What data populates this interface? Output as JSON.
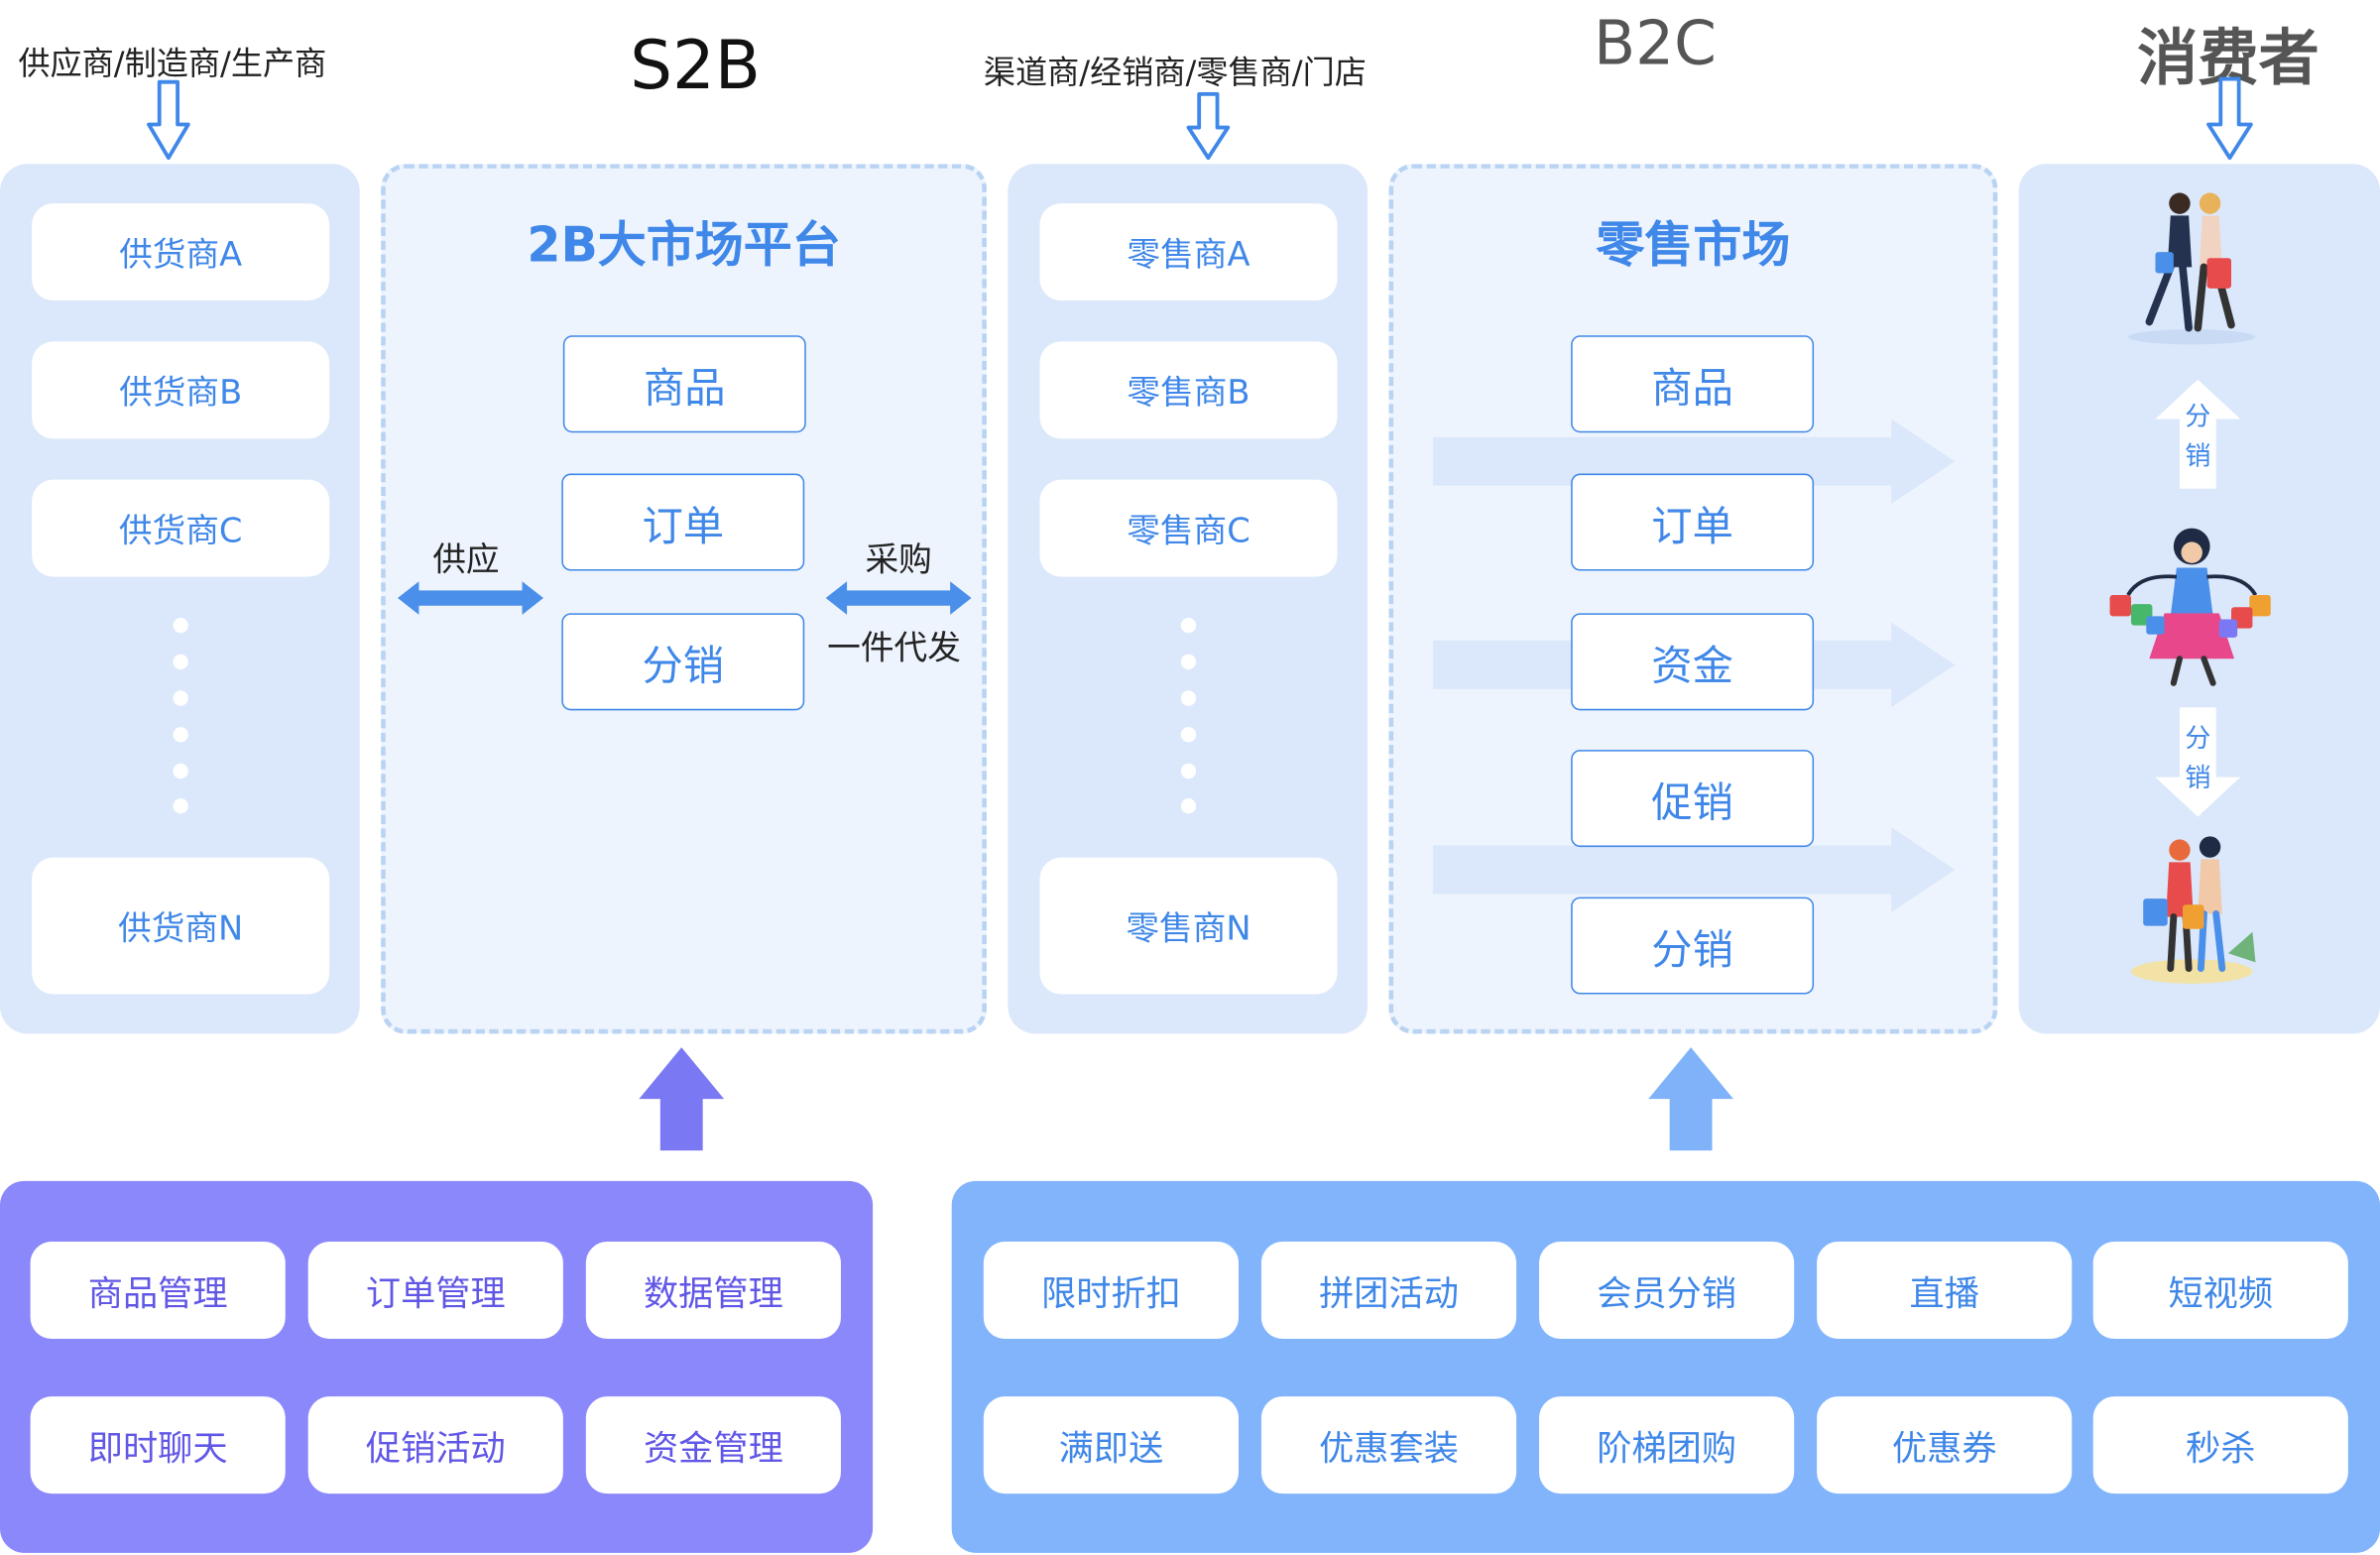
{
  "header": {
    "supplier_caption": "供应商/制造商/生产商",
    "s2b_title": "S2B",
    "channel_caption": "渠道商/经销商/零售商/门店",
    "b2c_title": "B2C",
    "consumer_title": "消费者"
  },
  "suppliers": {
    "items": [
      "供货商A",
      "供货商B",
      "供货商C",
      "供货商N"
    ]
  },
  "platform": {
    "title": "2B大市场平台",
    "boxes": [
      "商品",
      "订单",
      "分销"
    ],
    "left_label": "供应",
    "right_label_top": "采购",
    "right_label_bottom": "一件代发"
  },
  "retailers": {
    "items": [
      "零售商A",
      "零售商B",
      "零售商C",
      "零售商N"
    ]
  },
  "retail_market": {
    "title": "零售市场",
    "boxes": [
      "商品",
      "订单",
      "资金",
      "促销",
      "分销"
    ]
  },
  "consumers": {
    "distribution_label_top": "分销",
    "distribution_label_bottom": "分销"
  },
  "s2b_features": {
    "items": [
      "商品管理",
      "订单管理",
      "数据管理",
      "即时聊天",
      "促销活动",
      "资金管理"
    ]
  },
  "b2c_features": {
    "items": [
      "限时折扣",
      "拼团活动",
      "会员分销",
      "直播",
      "短视频",
      "满即送",
      "优惠套装",
      "阶梯团购",
      "优惠券",
      "秒杀"
    ]
  },
  "colors": {
    "accent_blue": "#3f87e8",
    "column_bg": "#dbe8fb",
    "dashed_bg": "#eef4fd",
    "s2b_panel": "#8b88fb",
    "b2c_panel": "#82b4fc",
    "up_arrow_purple": "#7b78f4",
    "up_arrow_blue": "#7fb2f9"
  }
}
